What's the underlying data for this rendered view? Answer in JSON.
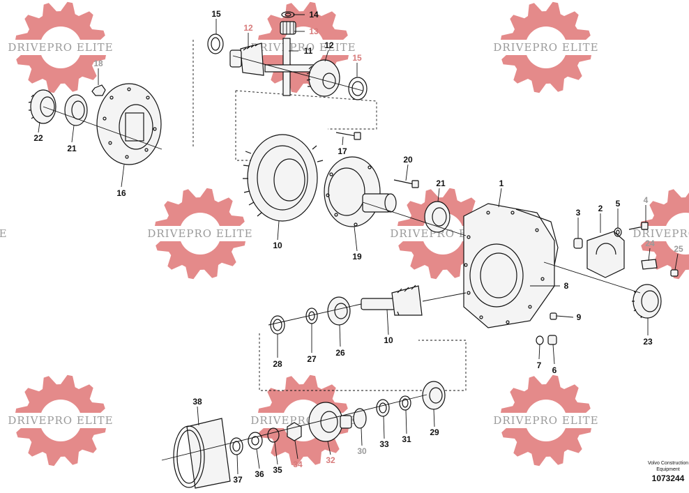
{
  "watermark": {
    "text": "DRIVEPRO ELITE",
    "gear_color": "#e48a8a",
    "text_color": "#9a9a9a"
  },
  "callouts": [
    {
      "id": "15a",
      "label": "15"
    },
    {
      "id": "14",
      "label": "14"
    },
    {
      "id": "13",
      "label": "13"
    },
    {
      "id": "12a",
      "label": "12"
    },
    {
      "id": "11",
      "label": "11"
    },
    {
      "id": "12b",
      "label": "12"
    },
    {
      "id": "15b",
      "label": "15"
    },
    {
      "id": "18",
      "label": "18"
    },
    {
      "id": "22",
      "label": "22"
    },
    {
      "id": "21a",
      "label": "21"
    },
    {
      "id": "16",
      "label": "16"
    },
    {
      "id": "17",
      "label": "17"
    },
    {
      "id": "20",
      "label": "20"
    },
    {
      "id": "10a",
      "label": "10"
    },
    {
      "id": "21b",
      "label": "21"
    },
    {
      "id": "19",
      "label": "19"
    },
    {
      "id": "1",
      "label": "1"
    },
    {
      "id": "3",
      "label": "3"
    },
    {
      "id": "2",
      "label": "2"
    },
    {
      "id": "5",
      "label": "5"
    },
    {
      "id": "4",
      "label": "4"
    },
    {
      "id": "24",
      "label": "24"
    },
    {
      "id": "25",
      "label": "25"
    },
    {
      "id": "8",
      "label": "8"
    },
    {
      "id": "9",
      "label": "9"
    },
    {
      "id": "23",
      "label": "23"
    },
    {
      "id": "28",
      "label": "28"
    },
    {
      "id": "27",
      "label": "27"
    },
    {
      "id": "26",
      "label": "26"
    },
    {
      "id": "10b",
      "label": "10"
    },
    {
      "id": "7",
      "label": "7"
    },
    {
      "id": "6",
      "label": "6"
    },
    {
      "id": "38",
      "label": "38"
    },
    {
      "id": "37",
      "label": "37"
    },
    {
      "id": "36",
      "label": "36"
    },
    {
      "id": "35",
      "label": "35"
    },
    {
      "id": "34",
      "label": "34"
    },
    {
      "id": "32",
      "label": "32"
    },
    {
      "id": "30",
      "label": "30"
    },
    {
      "id": "33",
      "label": "33"
    },
    {
      "id": "31",
      "label": "31"
    },
    {
      "id": "29",
      "label": "29"
    }
  ],
  "footer": {
    "brand_line1": "Volvo Construction",
    "brand_line2": "Equipment",
    "drawing_number": "1073244"
  }
}
